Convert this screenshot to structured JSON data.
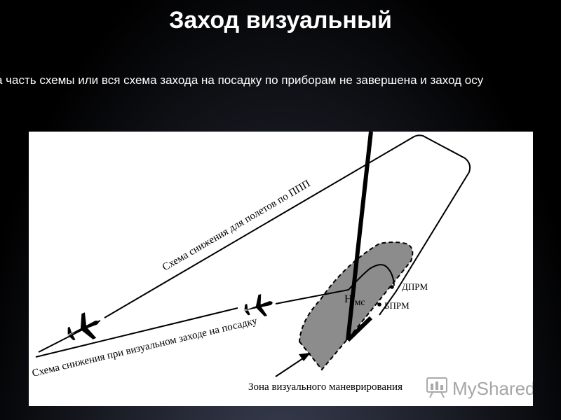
{
  "slide": {
    "title": "Заход визуальный",
    "subtitle": "а часть схемы или вся схема захода на посадку по приборам не завершена и заход осу"
  },
  "diagram": {
    "ifr_descent_label": "Схема снижения для полетов по ППП",
    "visual_descent_label": "Схема снижения при визуальном заходе на посадку",
    "hmc_main": "Н",
    "hmc_sub": "мс",
    "dprm_label": "ДПРМ",
    "bprm_label": "БПРМ",
    "zone_label": "Зона визуального маневрирования",
    "watermark": "MyShared"
  },
  "colors": {
    "zone_fill": "#8c8c8c",
    "line": "#000000",
    "figure_bg": "#ffffff"
  }
}
